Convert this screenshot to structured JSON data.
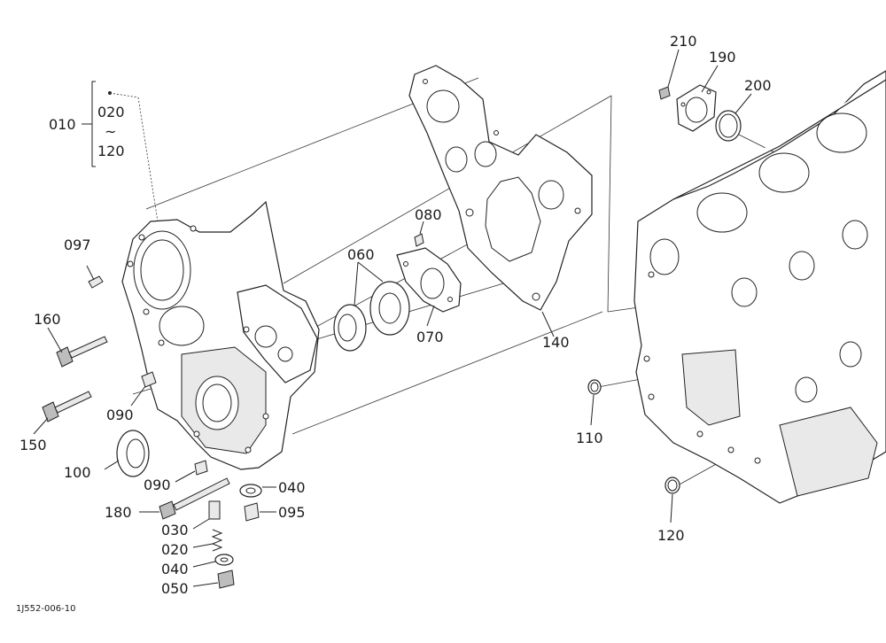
{
  "diagram": {
    "drawing_code": "1J552-006-10",
    "callouts": {
      "c010": "010",
      "c020_range_start": "020",
      "c_range_tilde": "~",
      "c120_range_end": "120",
      "c097": "097",
      "c160": "160",
      "c150": "150",
      "c090_upper": "090",
      "c100": "100",
      "c090_lower": "090",
      "c180": "180",
      "c030": "030",
      "c020": "020",
      "c040_lower": "040",
      "c050": "050",
      "c040_upper": "040",
      "c095": "095",
      "c060": "060",
      "c070": "070",
      "c080": "080",
      "c140": "140",
      "c110": "110",
      "c120": "120",
      "c210": "210",
      "c190": "190",
      "c200": "200"
    }
  }
}
